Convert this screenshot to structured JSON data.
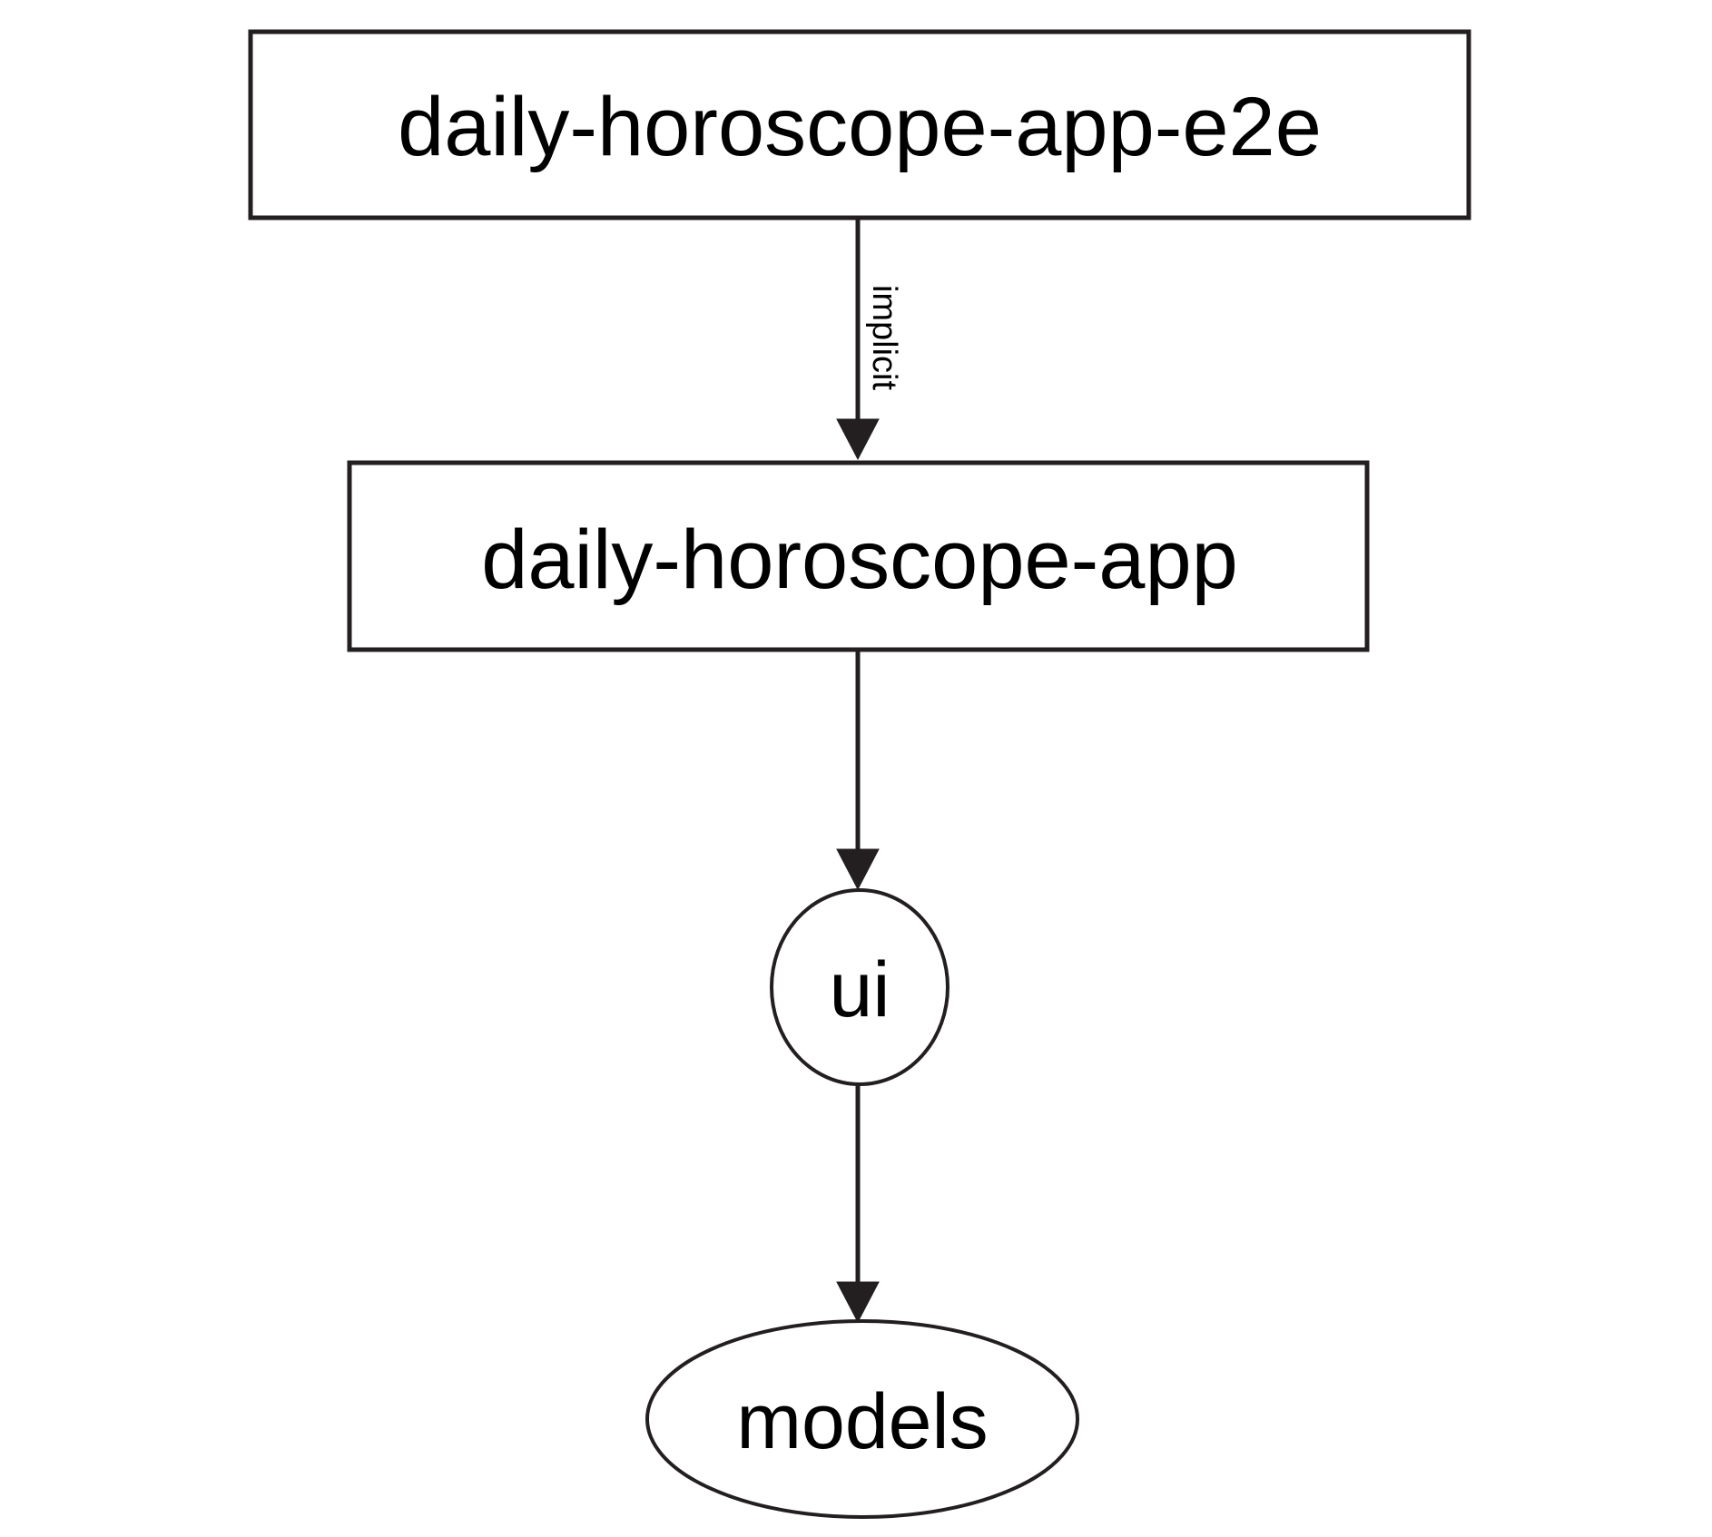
{
  "diagram": {
    "type": "dependency-graph",
    "background_color": "#ffffff",
    "stroke_color": "#231f20",
    "text_color": "#000000",
    "nodes": [
      {
        "id": "daily-horoscope-app-e2e",
        "label": "daily-horoscope-app-e2e",
        "shape": "rectangle"
      },
      {
        "id": "daily-horoscope-app",
        "label": "daily-horoscope-app",
        "shape": "rectangle"
      },
      {
        "id": "ui",
        "label": "ui",
        "shape": "ellipse"
      },
      {
        "id": "models",
        "label": "models",
        "shape": "ellipse"
      }
    ],
    "edges": [
      {
        "from": "daily-horoscope-app-e2e",
        "to": "daily-horoscope-app",
        "label": "implicit",
        "label_orientation": "vertical"
      },
      {
        "from": "daily-horoscope-app",
        "to": "ui",
        "label": ""
      },
      {
        "from": "ui",
        "to": "models",
        "label": ""
      }
    ]
  }
}
